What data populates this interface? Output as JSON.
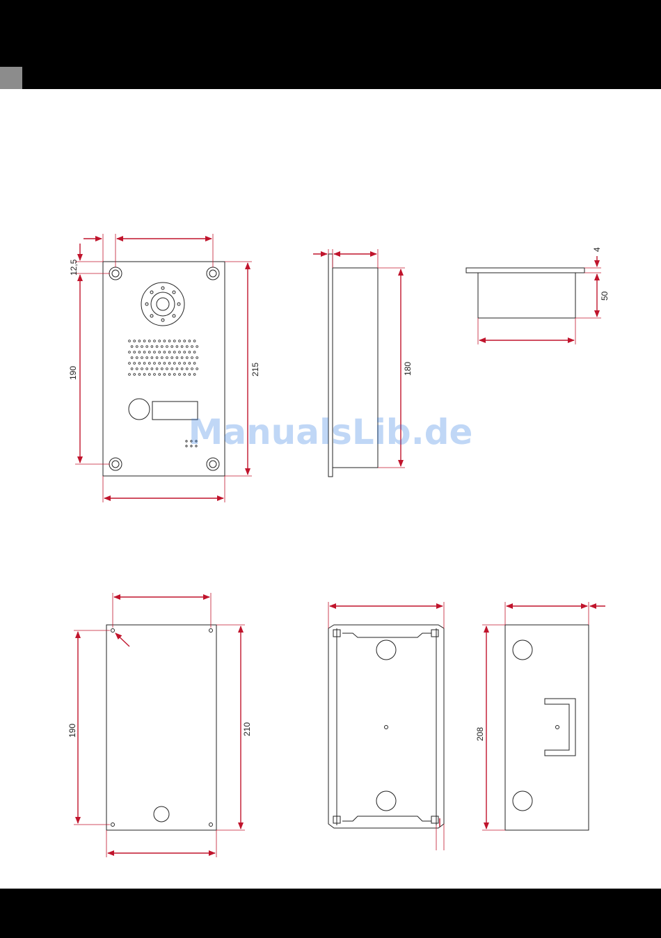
{
  "colors": {
    "dimension": "#c0142c",
    "outline": "#222222",
    "bar": "#000000",
    "tab": "#8c8c8c"
  },
  "dimensions": {
    "front_hole_offset": "12,5",
    "front_hole_spacing": "190",
    "front_height": "215",
    "side_depth": "180",
    "top_frame": "4",
    "top_depth": "50",
    "back_hole_spacing": "190",
    "back_height": "210",
    "box_height": "208"
  },
  "watermark": "ManualsLib.de"
}
